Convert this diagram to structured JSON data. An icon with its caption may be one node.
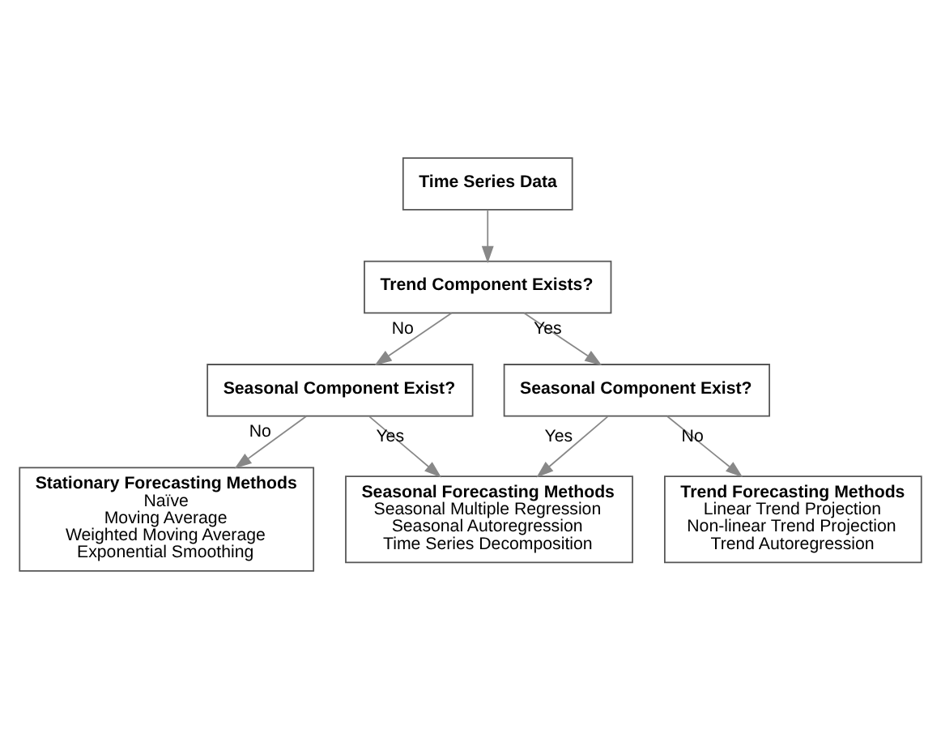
{
  "diagram": {
    "nodes": [
      {
        "text": [
          "Time Series Data"
        ]
      },
      {
        "text": [
          "Trend Component Exists?"
        ]
      },
      {
        "text": [
          "Seasonal Component Exist?"
        ]
      },
      {
        "text": [
          "Seasonal Component Exist?"
        ]
      },
      {
        "text": [
          "Stationary Forecasting Methods",
          "Naïve",
          "Moving Average",
          "Weighted Moving Average",
          "Exponential Smoothing"
        ]
      },
      {
        "text": [
          "Seasonal Forecasting Methods",
          "Seasonal Multiple Regression",
          "Seasonal Autoregression",
          "Time Series Decomposition"
        ]
      },
      {
        "text": [
          "Trend Forecasting Methods",
          "Linear Trend Projection",
          "Non-linear Trend Projection",
          "Trend Autoregression"
        ]
      }
    ],
    "edges": [
      {
        "from": 0,
        "to": 1,
        "arrow": "to"
      },
      {
        "from": 1,
        "to": 2,
        "arrow": "to",
        "label": "No"
      },
      {
        "from": 1,
        "to": 3,
        "arrow": "to",
        "label": "Yes"
      },
      {
        "from": 2,
        "to": 4,
        "arrow": "to",
        "label": "No"
      },
      {
        "from": 2,
        "to": 5,
        "arrow": "to",
        "label": "Yes"
      },
      {
        "from": 3,
        "to": 5,
        "arrow": "to",
        "label": "Yes"
      },
      {
        "from": 3,
        "to": 6,
        "arrow": "to",
        "label": "No"
      }
    ]
  }
}
